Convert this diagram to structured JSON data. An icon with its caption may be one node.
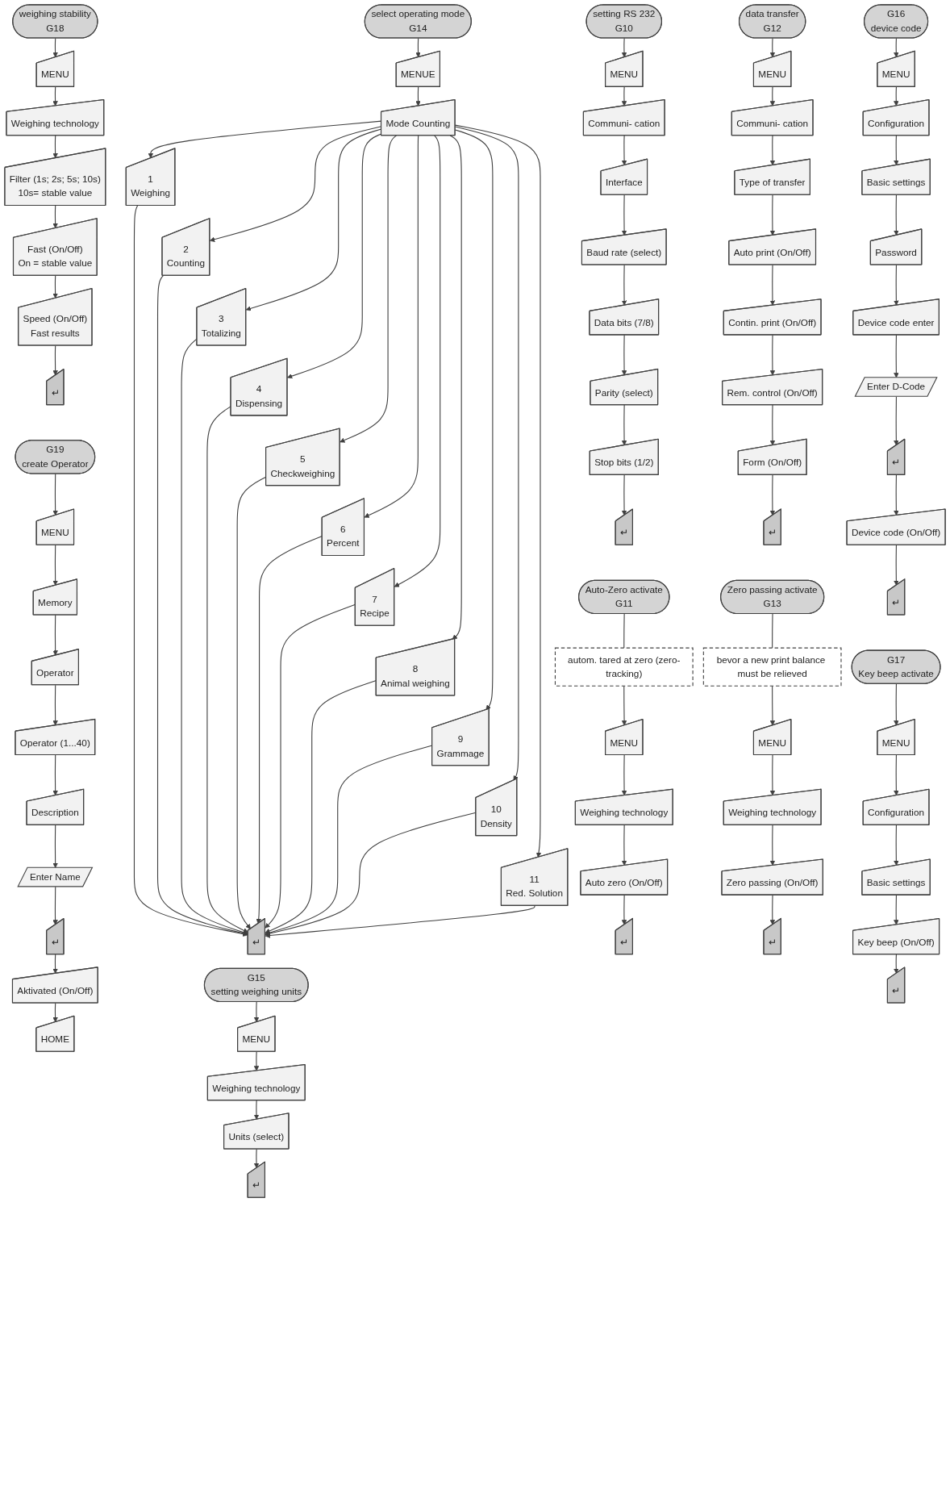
{
  "diagram": {
    "nodes": [
      {
        "text": [
          "setting RS 232",
          "G10"
        ]
      },
      {
        "text": [
          "MENU"
        ]
      },
      {
        "text": [
          "Communi- cation"
        ]
      },
      {
        "text": [
          "Interface"
        ]
      },
      {
        "text": [
          "Baud rate (select)"
        ]
      },
      {
        "text": [
          "Data bits (7/8)"
        ]
      },
      {
        "text": [
          "Parity (select)"
        ]
      },
      {
        "text": [
          "Stop bits (1/2)"
        ]
      },
      {
        "text": [
          "↵"
        ]
      },
      {
        "text": [
          "data transfer",
          "G12"
        ]
      },
      {
        "text": [
          "MENU"
        ]
      },
      {
        "text": [
          "Communi- cation"
        ]
      },
      {
        "text": [
          "Type of transfer"
        ]
      },
      {
        "text": [
          "Auto print (On/Off)"
        ]
      },
      {
        "text": [
          "Contin. print (On/Off)"
        ]
      },
      {
        "text": [
          "Rem. control (On/Off)"
        ]
      },
      {
        "text": [
          "Form (On/Off)"
        ]
      },
      {
        "text": [
          "↵"
        ]
      },
      {
        "text": [
          "select operating mode",
          "G14"
        ]
      },
      {
        "text": [
          "MENUE"
        ]
      },
      {
        "text": [
          "Mode Counting"
        ]
      },
      {
        "text": [
          "1",
          "Weighing"
        ]
      },
      {
        "text": [
          "2",
          "Counting"
        ]
      },
      {
        "text": [
          "3",
          "Totalizing"
        ]
      },
      {
        "text": [
          "4",
          "Dispensing"
        ]
      },
      {
        "text": [
          "5",
          "Checkweighing"
        ]
      },
      {
        "text": [
          "6",
          "Percent"
        ]
      },
      {
        "text": [
          "7",
          "Recipe"
        ]
      },
      {
        "text": [
          "8",
          "Animal weighing"
        ]
      },
      {
        "text": [
          "9",
          "Grammage"
        ]
      },
      {
        "text": [
          "10",
          "Density"
        ]
      },
      {
        "text": [
          "11",
          "Red. Solution"
        ]
      },
      {
        "text": [
          "↵"
        ]
      },
      {
        "text": [
          "G16",
          "device code"
        ]
      },
      {
        "text": [
          "MENU"
        ]
      },
      {
        "text": [
          "Configuration"
        ]
      },
      {
        "text": [
          "Basic settings"
        ]
      },
      {
        "text": [
          "Password"
        ]
      },
      {
        "text": [
          "Device code enter"
        ]
      },
      {
        "text": [
          "Enter D-Code"
        ]
      },
      {
        "text": [
          "↵"
        ]
      },
      {
        "text": [
          "Device code (On/Off)"
        ]
      },
      {
        "text": [
          "↵"
        ]
      },
      {
        "text": [
          "weighing stability",
          "G18"
        ]
      },
      {
        "text": [
          "MENU"
        ]
      },
      {
        "text": [
          "Weighing technology"
        ]
      },
      {
        "text": [
          "Filter (1s; 2s; 5s; 10s)",
          "10s= stable value"
        ]
      },
      {
        "text": [
          "Fast (On/Off)",
          "On = stable value"
        ]
      },
      {
        "text": [
          "Speed (On/Off)",
          "Fast results"
        ]
      },
      {
        "text": [
          "↵"
        ]
      },
      {
        "text": [
          "G19",
          "create Operator"
        ]
      },
      {
        "text": [
          "MENU"
        ]
      },
      {
        "text": [
          "Memory"
        ]
      },
      {
        "text": [
          "Operator"
        ]
      },
      {
        "text": [
          "Operator (1...40)"
        ]
      },
      {
        "text": [
          "Description"
        ]
      },
      {
        "text": [
          "Enter Name"
        ]
      },
      {
        "text": [
          "↵"
        ]
      },
      {
        "text": [
          "Aktivated (On/Off)"
        ]
      },
      {
        "text": [
          "HOME"
        ]
      },
      {
        "text": [
          "Auto-Zero activate",
          "G11"
        ]
      },
      {
        "text": [
          "autom. tared at zero (zero-tracking)"
        ]
      },
      {
        "text": [
          "MENU"
        ]
      },
      {
        "text": [
          "Weighing technology"
        ]
      },
      {
        "text": [
          "Auto zero (On/Off)"
        ]
      },
      {
        "text": [
          "↵"
        ]
      },
      {
        "text": [
          "Zero passing activate",
          "G13"
        ]
      },
      {
        "text": [
          "bevor a new print balance must be relieved"
        ]
      },
      {
        "text": [
          "MENU"
        ]
      },
      {
        "text": [
          "Weighing technology"
        ]
      },
      {
        "text": [
          "Zero passing (On/Off)"
        ]
      },
      {
        "text": [
          "↵"
        ]
      },
      {
        "text": [
          "G15",
          "setting weighing units"
        ]
      },
      {
        "text": [
          "MENU"
        ]
      },
      {
        "text": [
          "Weighing technology"
        ]
      },
      {
        "text": [
          "Units (select)"
        ]
      },
      {
        "text": [
          "↵"
        ]
      },
      {
        "text": [
          "G17",
          "Key beep activate"
        ]
      },
      {
        "text": [
          "MENU"
        ]
      },
      {
        "text": [
          "Configuration"
        ]
      },
      {
        "text": [
          "Basic settings"
        ]
      },
      {
        "text": [
          "Key beep (On/Off)"
        ]
      },
      {
        "text": [
          "↵"
        ]
      }
    ],
    "edges": [
      {
        "from": 0,
        "to": 1,
        "arrow": "to"
      },
      {
        "from": 1,
        "to": 2,
        "arrow": "to"
      },
      {
        "from": 2,
        "to": 3,
        "arrow": "to"
      },
      {
        "from": 3,
        "to": 4,
        "arrow": "to"
      },
      {
        "from": 4,
        "to": 5,
        "arrow": "to"
      },
      {
        "from": 5,
        "to": 6,
        "arrow": "to"
      },
      {
        "from": 6,
        "to": 7,
        "arrow": "to"
      },
      {
        "from": 7,
        "to": 8,
        "arrow": "to"
      },
      {
        "from": 9,
        "to": 10,
        "arrow": "to"
      },
      {
        "from": 10,
        "to": 11,
        "arrow": "to"
      },
      {
        "from": 11,
        "to": 12,
        "arrow": "to"
      },
      {
        "from": 12,
        "to": 13,
        "arrow": "to"
      },
      {
        "from": 13,
        "to": 14,
        "arrow": "to"
      },
      {
        "from": 14,
        "to": 15,
        "arrow": "to"
      },
      {
        "from": 15,
        "to": 16,
        "arrow": "to"
      },
      {
        "from": 16,
        "to": 17,
        "arrow": "to"
      },
      {
        "from": 18,
        "to": 19,
        "arrow": "to"
      },
      {
        "from": 19,
        "to": 20,
        "arrow": "to"
      },
      {
        "from": 20,
        "to": 21,
        "arrow": "to"
      },
      {
        "from": 20,
        "to": 22,
        "arrow": "to"
      },
      {
        "from": 20,
        "to": 23,
        "arrow": "to"
      },
      {
        "from": 20,
        "to": 24,
        "arrow": "to"
      },
      {
        "from": 20,
        "to": 25,
        "arrow": "to"
      },
      {
        "from": 20,
        "to": 26,
        "arrow": "to"
      },
      {
        "from": 20,
        "to": 27,
        "arrow": "to"
      },
      {
        "from": 20,
        "to": 28,
        "arrow": "to"
      },
      {
        "from": 20,
        "to": 29,
        "arrow": "to"
      },
      {
        "from": 20,
        "to": 30,
        "arrow": "to"
      },
      {
        "from": 20,
        "to": 31,
        "arrow": "to"
      },
      {
        "from": 21,
        "to": 32,
        "arrow": "to"
      },
      {
        "from": 22,
        "to": 32,
        "arrow": "to"
      },
      {
        "from": 23,
        "to": 32,
        "arrow": "to"
      },
      {
        "from": 24,
        "to": 32,
        "arrow": "to"
      },
      {
        "from": 25,
        "to": 32,
        "arrow": "to"
      },
      {
        "from": 26,
        "to": 32,
        "arrow": "to"
      },
      {
        "from": 27,
        "to": 32,
        "arrow": "to"
      },
      {
        "from": 28,
        "to": 32,
        "arrow": "to"
      },
      {
        "from": 29,
        "to": 32,
        "arrow": "to"
      },
      {
        "from": 30,
        "to": 32,
        "arrow": "to"
      },
      {
        "from": 31,
        "to": 32,
        "arrow": "to"
      },
      {
        "from": 33,
        "to": 34,
        "arrow": "to"
      },
      {
        "from": 34,
        "to": 35,
        "arrow": "to"
      },
      {
        "from": 35,
        "to": 36,
        "arrow": "to"
      },
      {
        "from": 36,
        "to": 37,
        "arrow": "to"
      },
      {
        "from": 37,
        "to": 38,
        "arrow": "to"
      },
      {
        "from": 38,
        "to": 39,
        "arrow": "to"
      },
      {
        "from": 39,
        "to": 40,
        "arrow": "to"
      },
      {
        "from": 40,
        "to": 41,
        "arrow": "to"
      },
      {
        "from": 41,
        "to": 42,
        "arrow": "to"
      },
      {
        "from": 43,
        "to": 44,
        "arrow": "to"
      },
      {
        "from": 44,
        "to": 45,
        "arrow": "to"
      },
      {
        "from": 45,
        "to": 46,
        "arrow": "to"
      },
      {
        "from": 46,
        "to": 47,
        "arrow": "to"
      },
      {
        "from": 47,
        "to": 48,
        "arrow": "to"
      },
      {
        "from": 48,
        "to": 49,
        "arrow": "to"
      },
      {
        "from": 50,
        "to": 51,
        "arrow": "to"
      },
      {
        "from": 51,
        "to": 52,
        "arrow": "to"
      },
      {
        "from": 52,
        "to": 53,
        "arrow": "to"
      },
      {
        "from": 53,
        "to": 54,
        "arrow": "to"
      },
      {
        "from": 54,
        "to": 55,
        "arrow": "to"
      },
      {
        "from": 55,
        "to": 56,
        "arrow": "to"
      },
      {
        "from": 56,
        "to": 57,
        "arrow": "to"
      },
      {
        "from": 57,
        "to": 58,
        "arrow": "to"
      },
      {
        "from": 58,
        "to": 59,
        "arrow": "to"
      },
      {
        "from": 60,
        "to": 61,
        "arrow": "none"
      },
      {
        "from": 61,
        "to": 62,
        "arrow": "to"
      },
      {
        "from": 62,
        "to": 63,
        "arrow": "to"
      },
      {
        "from": 63,
        "to": 64,
        "arrow": "to"
      },
      {
        "from": 64,
        "to": 65,
        "arrow": "to"
      },
      {
        "from": 66,
        "to": 67,
        "arrow": "none"
      },
      {
        "from": 67,
        "to": 68,
        "arrow": "to"
      },
      {
        "from": 68,
        "to": 69,
        "arrow": "to"
      },
      {
        "from": 69,
        "to": 70,
        "arrow": "to"
      },
      {
        "from": 70,
        "to": 71,
        "arrow": "to"
      },
      {
        "from": 72,
        "to": 73,
        "arrow": "to"
      },
      {
        "from": 73,
        "to": 74,
        "arrow": "to"
      },
      {
        "from": 74,
        "to": 75,
        "arrow": "to"
      },
      {
        "from": 75,
        "to": 76,
        "arrow": "to"
      },
      {
        "from": 77,
        "to": 78,
        "arrow": "to"
      },
      {
        "from": 78,
        "to": 79,
        "arrow": "to"
      },
      {
        "from": 79,
        "to": 80,
        "arrow": "to"
      },
      {
        "from": 80,
        "to": 81,
        "arrow": "to"
      },
      {
        "from": 81,
        "to": 82,
        "arrow": "to"
      }
    ]
  }
}
